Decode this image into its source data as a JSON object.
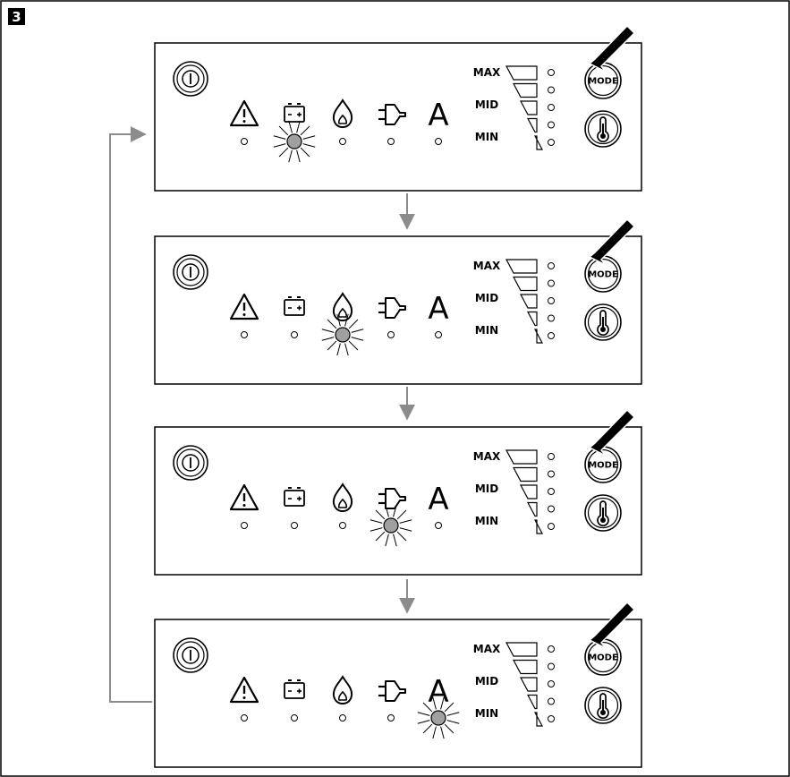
{
  "figure": {
    "step_number": "3",
    "arrow_color": "#8c8c8c",
    "led_on_color": "#a0a0a0"
  },
  "panel_template": {
    "power_icon": "power-icon",
    "mode_label": "MODE",
    "thermometer_icon": "thermometer-icon",
    "level_labels": [
      "MAX",
      "MID",
      "MIN"
    ],
    "level_led_count": 5,
    "indicators": [
      {
        "id": "warning",
        "icon": "warning-triangle-icon"
      },
      {
        "id": "battery",
        "icon": "battery-icon"
      },
      {
        "id": "gas",
        "icon": "flame-icon"
      },
      {
        "id": "mains",
        "icon": "plug-icon"
      },
      {
        "id": "auto",
        "icon": "auto-icon",
        "text": "A"
      }
    ]
  },
  "panels": [
    {
      "active_indicator": "battery"
    },
    {
      "active_indicator": "gas"
    },
    {
      "active_indicator": "mains"
    },
    {
      "active_indicator": "auto"
    }
  ]
}
